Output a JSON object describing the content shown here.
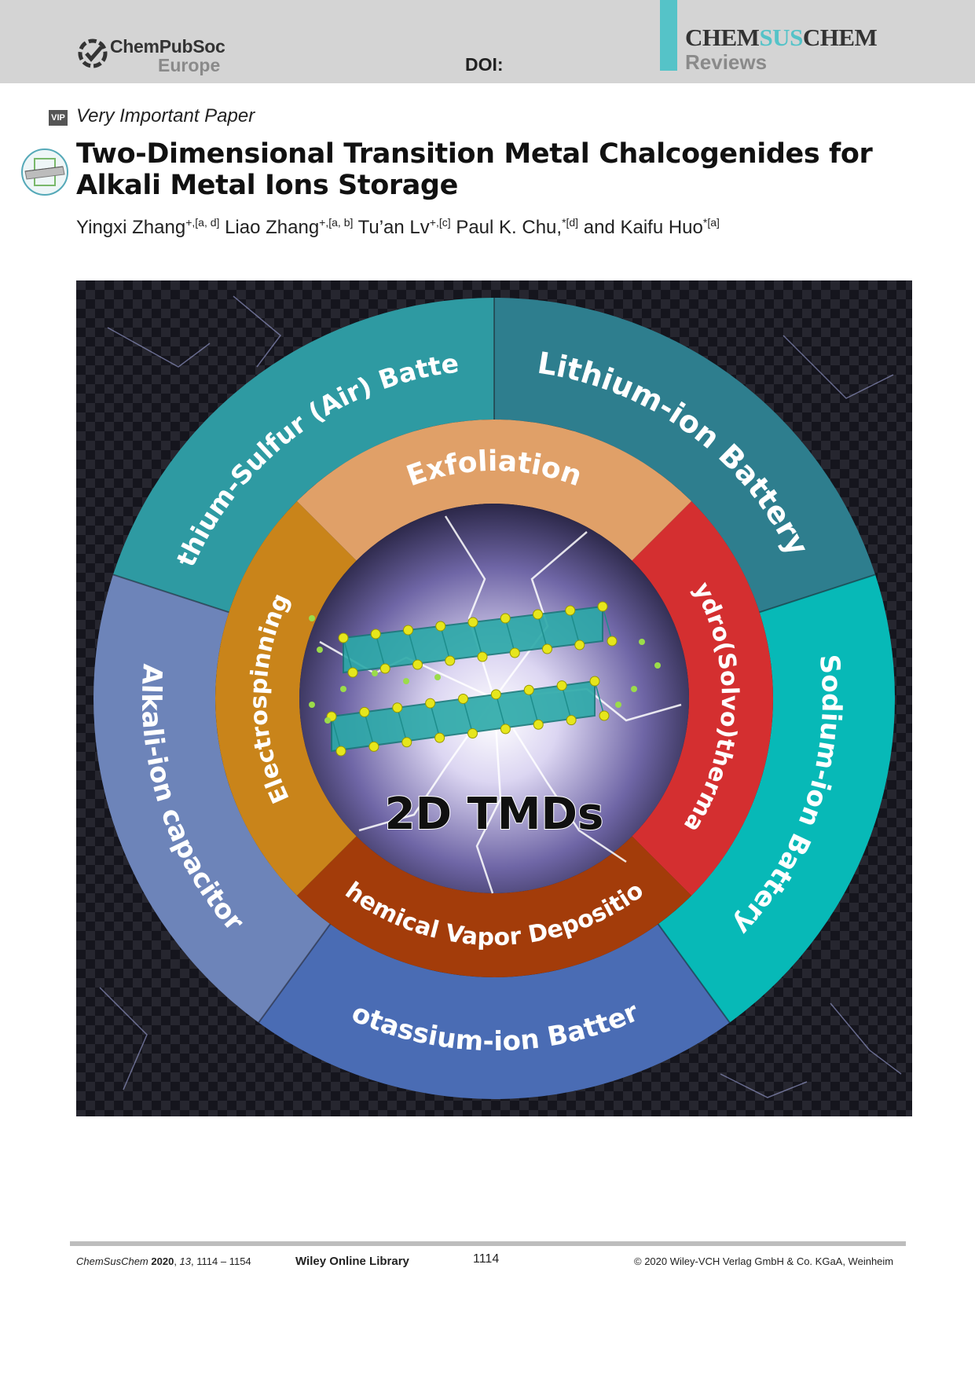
{
  "header": {
    "publisher_name": "ChemPubSoc",
    "publisher_region": "Europe",
    "doi_label": "DOI:",
    "journal_part1": "CHEM",
    "journal_part2": "SUS",
    "journal_part3": "CHEM",
    "journal_section": "Reviews",
    "accent_color": "#55c3c8"
  },
  "article": {
    "badge_text": "VIP",
    "badge_label": "Very Important Paper",
    "title": "Two-Dimensional Transition Metal Chalcogenides for Alkali Metal Ions Storage",
    "authors": [
      {
        "name": "Yingxi Zhang",
        "sup": "+,[a, d]",
        "sep": " "
      },
      {
        "name": "Liao Zhang",
        "sup": "+,[a, b]",
        "sep": " "
      },
      {
        "name": "Tu’an Lv",
        "sup": "+,[c]",
        "sep": " "
      },
      {
        "name": "Paul K. Chu,",
        "sup": "*[d]",
        "sep": " and "
      },
      {
        "name": "Kaifu Huo",
        "sup": "*[a]",
        "sep": ""
      }
    ]
  },
  "figure": {
    "center_label": "2D TMDs",
    "outer_ring": [
      {
        "label": "Lithium-ion Battery",
        "color": "#2e7e8e"
      },
      {
        "label": "Sodium-ion Battery",
        "color": "#07b9b7"
      },
      {
        "label": "Potassium-ion Battery",
        "color": "#4a6cb4"
      },
      {
        "label": "Alkali-ion capacitor",
        "color": "#6d84b9"
      },
      {
        "label": "Lithium-Sulfur (Air) Battery",
        "color": "#2e9aa2"
      }
    ],
    "inner_ring": [
      {
        "label": "Hydro(Solvo)thermal",
        "color": "#d42f30"
      },
      {
        "label": "Chemical Vapor Deposition",
        "color": "#a33c0a"
      },
      {
        "label": "Electrospinning",
        "color": "#c9841a"
      },
      {
        "label": "Exfoliation",
        "color": "#e0a068"
      }
    ]
  },
  "footer": {
    "journal_italic": "ChemSusChem",
    "year": "2020",
    "volume": "13",
    "pages": "1114 – 1154",
    "library": "Wiley Online Library",
    "page_number": "1114",
    "copyright": "© 2020 Wiley-VCH Verlag GmbH & Co. KGaA, Weinheim"
  }
}
